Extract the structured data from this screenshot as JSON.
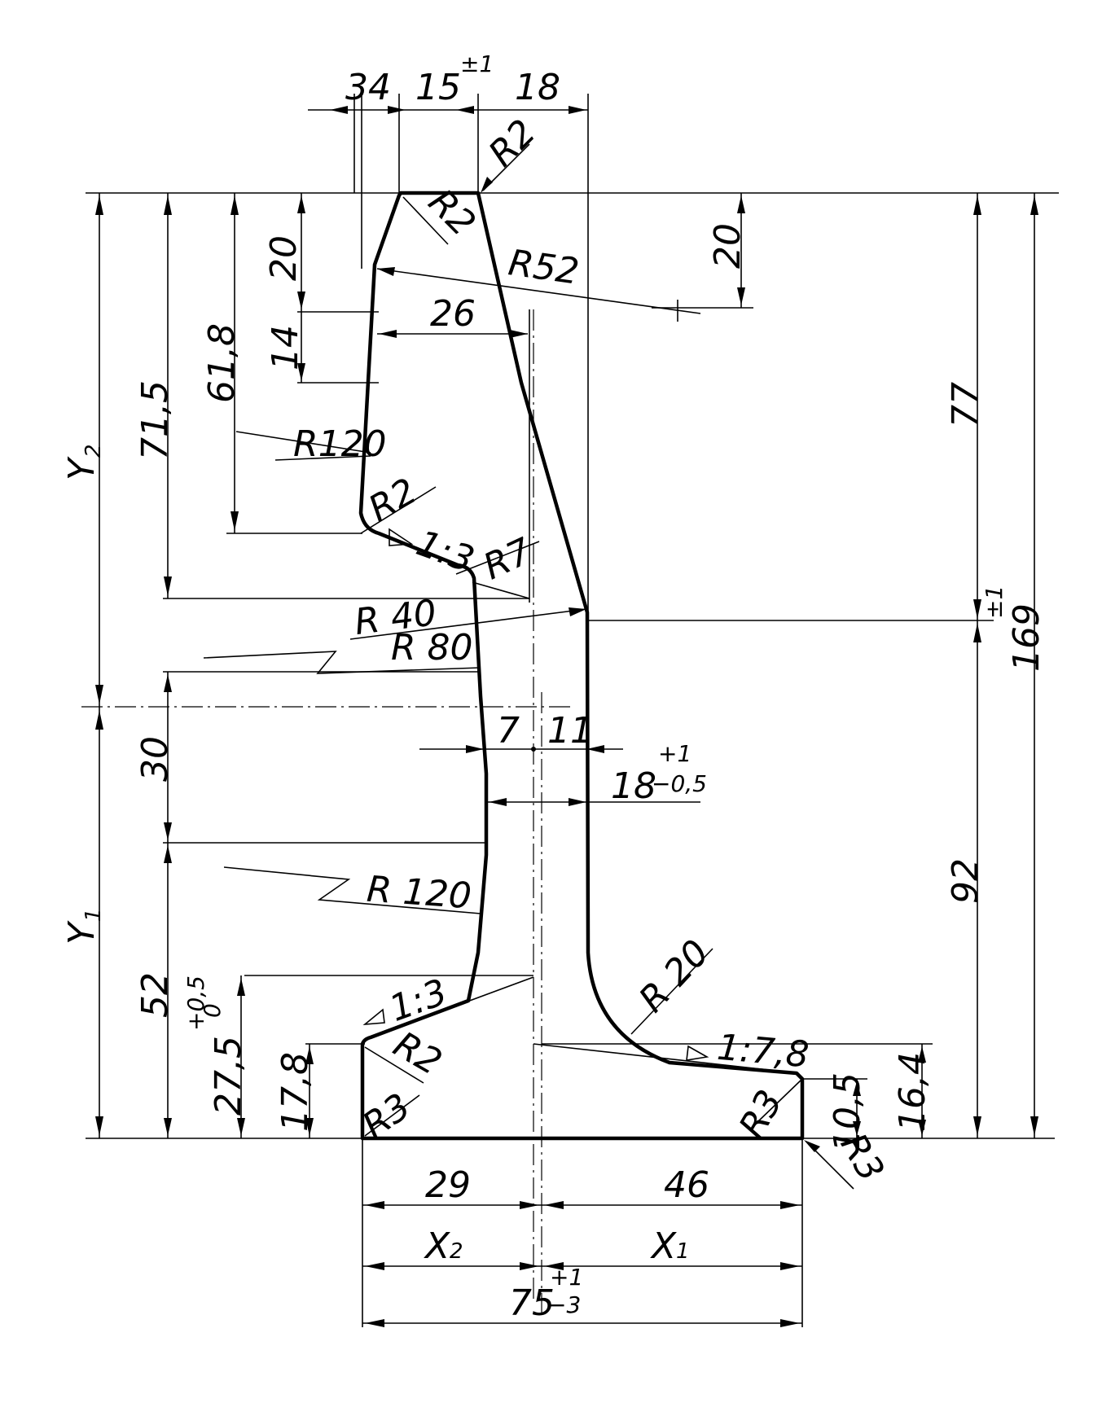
{
  "dimensions": {
    "top_34": "34",
    "top_15": "15",
    "top_15_tol": "±1",
    "top_18": "18",
    "r2_top": "R2",
    "r2_head": "R2",
    "r52": "R52",
    "d20_left": "20",
    "d20_right": "20",
    "d26": "26",
    "d14": "14",
    "d61_8": "61,8",
    "d71_5": "71,5",
    "r120_head": "R120",
    "r2_neck": "R2",
    "slope_head": "1:3",
    "r7": "R7",
    "r40": "R 40",
    "r80": "R 80",
    "d30": "30",
    "d7": "7",
    "d11": "11",
    "d18_web": "18",
    "d18_tol_upper": "+1",
    "d18_tol_lower": "−0,5",
    "r120_web": "R 120",
    "r20": "R 20",
    "slope_foot_left": "1:3",
    "r2_foot": "R2",
    "r3_left": "R3",
    "slope_foot_right": "1:7,8",
    "r3_right_top": "R3",
    "r3_right_bottom": "R3",
    "d52": "52",
    "d27_5": "27,5",
    "d27_5_tol_upper": "+0,5",
    "d27_5_tol_lower": "0",
    "d17_8": "17,8",
    "d10_5": "10,5",
    "d16_4": "16,4",
    "d77": "77",
    "d92": "92",
    "d169": "169",
    "d169_tol": "±1",
    "d29": "29",
    "d46": "46",
    "d75": "75",
    "d75_tol_upper": "+1",
    "d75_tol_lower": "−3"
  },
  "axes": {
    "y2_letter": "Y",
    "y2_sub": "2",
    "y1_letter": "Y",
    "y1_sub": "1",
    "x2_letter": "X",
    "x2_sub": "2",
    "x1_letter": "X",
    "x1_sub": "1"
  }
}
